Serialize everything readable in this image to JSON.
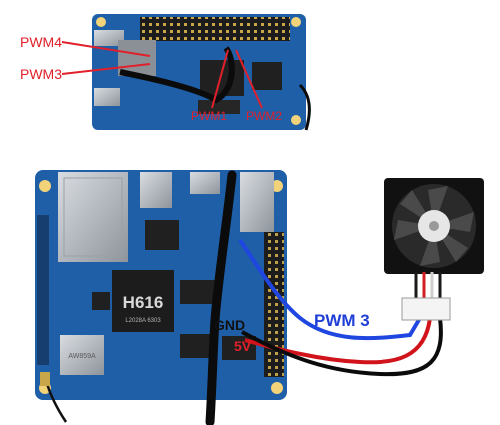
{
  "top_panel": {
    "labels": {
      "pwm4": "PWM4",
      "pwm3": "PWM3",
      "pwm1": "PWM1",
      "pwm2": "PWM2"
    },
    "label_color": "#e0202a"
  },
  "bottom_panel": {
    "soc_label": "H616",
    "soc_subtext": "L2028A  6303",
    "wifi_module_text": "AW859A",
    "gnd_label": "GND",
    "v5_label": "5V",
    "pwm_label": "PWM 3",
    "pwm_label_color": "#1f3fd6",
    "v5_label_color": "#e0202a",
    "gnd_label_color": "#111111"
  },
  "fan": {
    "connector_pins": 4,
    "wire_colors": [
      "#1a1a1a",
      "#d11f1f",
      "#e8e8e8",
      "#1a1a1a"
    ]
  },
  "colors": {
    "board": "#1e5fa8",
    "board_dark": "#184c86",
    "wire_blue": "#1f46e0",
    "wire_red": "#d1141b",
    "wire_black": "#0b0b0b"
  }
}
